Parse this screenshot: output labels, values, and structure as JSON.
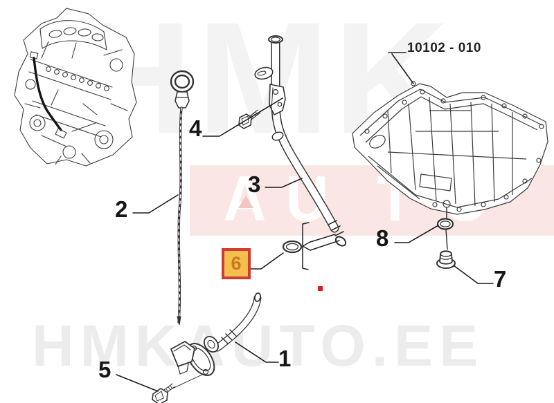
{
  "diagram": {
    "part_number_label": "10102 - 010",
    "callouts": [
      {
        "id": "1",
        "label": "1",
        "highlighted": false
      },
      {
        "id": "2",
        "label": "2",
        "highlighted": false
      },
      {
        "id": "3",
        "label": "3",
        "highlighted": false
      },
      {
        "id": "4",
        "label": "4",
        "highlighted": false
      },
      {
        "id": "5",
        "label": "5",
        "highlighted": false
      },
      {
        "id": "6",
        "label": "6",
        "highlighted": true
      },
      {
        "id": "7",
        "label": "7",
        "highlighted": false
      },
      {
        "id": "8",
        "label": "8",
        "highlighted": false
      }
    ]
  },
  "watermark": {
    "top": "HMK",
    "auto_letters": [
      {
        "char": "A"
      },
      {
        "char": "U"
      },
      {
        "char": "T"
      },
      {
        "char": "O"
      }
    ],
    "bottom": "HMKAUTO.EE"
  },
  "colors": {
    "highlight_box_border": "#d23b31",
    "highlight_box_fill": "#f3c050",
    "highlight_digit": "#c97b1e",
    "watermark_band": "#fae7e5",
    "line_art": "#3a3a3a",
    "red_dot": "#e01b1b"
  }
}
